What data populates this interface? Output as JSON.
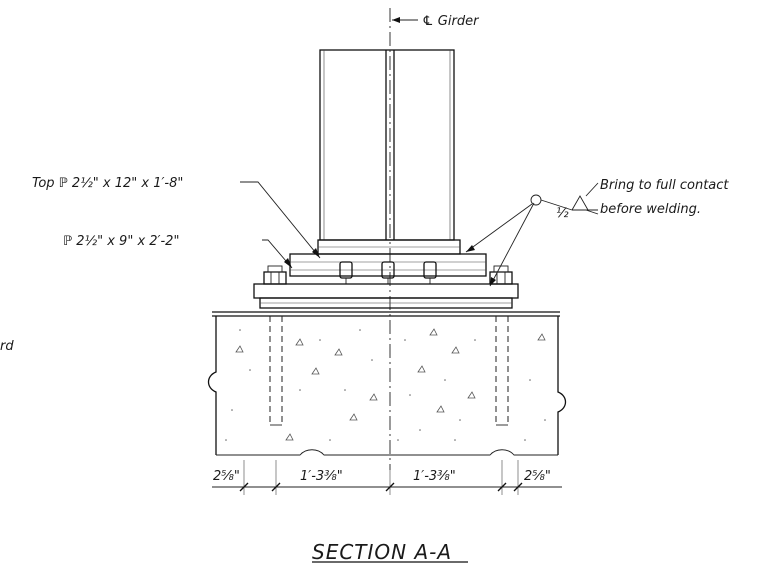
{
  "labels": {
    "centerline": "℄ Girder",
    "top_plate": "Top ℙ 2½\" x 12\" x 1′-8\"",
    "base_plate": "ℙ 2½\" x 9\" x 2′-2\"",
    "weld_size": "½",
    "weld_note_1": "Bring to full contact",
    "weld_note_2": "before welding.",
    "edge_fragment": "rd"
  },
  "dimensions": {
    "left_edge": "2⅝\"",
    "left_inner": "1′-3⅜\"",
    "right_inner": "1′-3⅜\"",
    "right_edge": "2⅝\""
  },
  "title": "SECTION A-A"
}
